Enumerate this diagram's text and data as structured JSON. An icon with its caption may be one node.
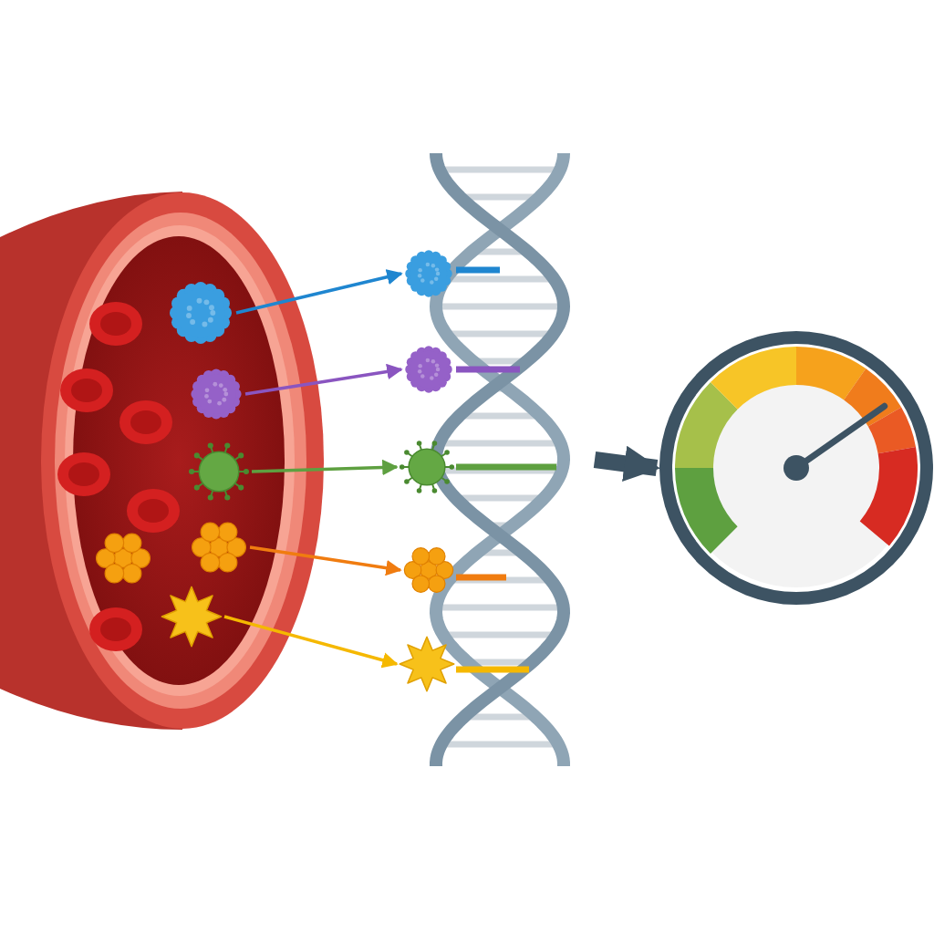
{
  "diagram": {
    "nodes": [
      {
        "text": [],
        "shape": "picture"
      },
      {
        "text": [],
        "shape": "circle",
        "in": 0
      },
      {
        "text": [],
        "shape": "circle",
        "in": 0
      },
      {
        "text": [],
        "shape": "circle",
        "in": 0
      },
      {
        "text": [],
        "shape": "circle",
        "in": 0
      },
      {
        "text": [],
        "shape": "star",
        "in": 0
      },
      {
        "text": [],
        "shape": "picture"
      },
      {
        "text": [],
        "shape": "circle"
      },
      {
        "text": [],
        "shape": "circle"
      },
      {
        "text": [],
        "shape": "circle"
      },
      {
        "text": [],
        "shape": "circle"
      },
      {
        "text": [],
        "shape": "star"
      },
      {
        "text": [],
        "shape": "picture"
      }
    ],
    "edges": [
      {
        "from": 1,
        "to": 7,
        "arrow": "to",
        "color": "#1f86d0"
      },
      {
        "from": 2,
        "to": 8,
        "arrow": "to",
        "color": "#8a55c0"
      },
      {
        "from": 3,
        "to": 9,
        "arrow": "to",
        "color": "#5ea040"
      },
      {
        "from": 4,
        "to": 10,
        "arrow": "to",
        "color": "#f07c10"
      },
      {
        "from": 5,
        "to": 11,
        "arrow": "to",
        "color": "#f5b800"
      },
      {
        "from": 6,
        "to": 12,
        "arrow": "to",
        "style": "thick",
        "color": "#3d5363"
      }
    ]
  }
}
